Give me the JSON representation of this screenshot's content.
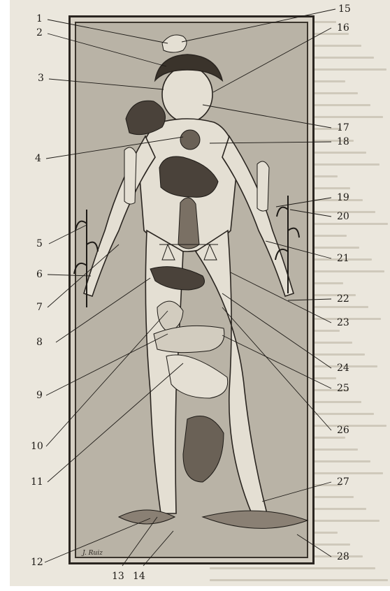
{
  "plate": {
    "signature": "J. Ruiz",
    "labels": [
      "1",
      "2",
      "3",
      "4",
      "5",
      "6",
      "7",
      "8",
      "9",
      "10",
      "11",
      "12",
      "13",
      "14",
      "15",
      "16",
      "17",
      "18",
      "19",
      "20",
      "21",
      "22",
      "23",
      "24",
      "25",
      "26",
      "27",
      "28"
    ]
  },
  "colors": {
    "ink": "#1d1a16",
    "paper": "#ebe7dd",
    "engraving": "#b9b3a6"
  }
}
